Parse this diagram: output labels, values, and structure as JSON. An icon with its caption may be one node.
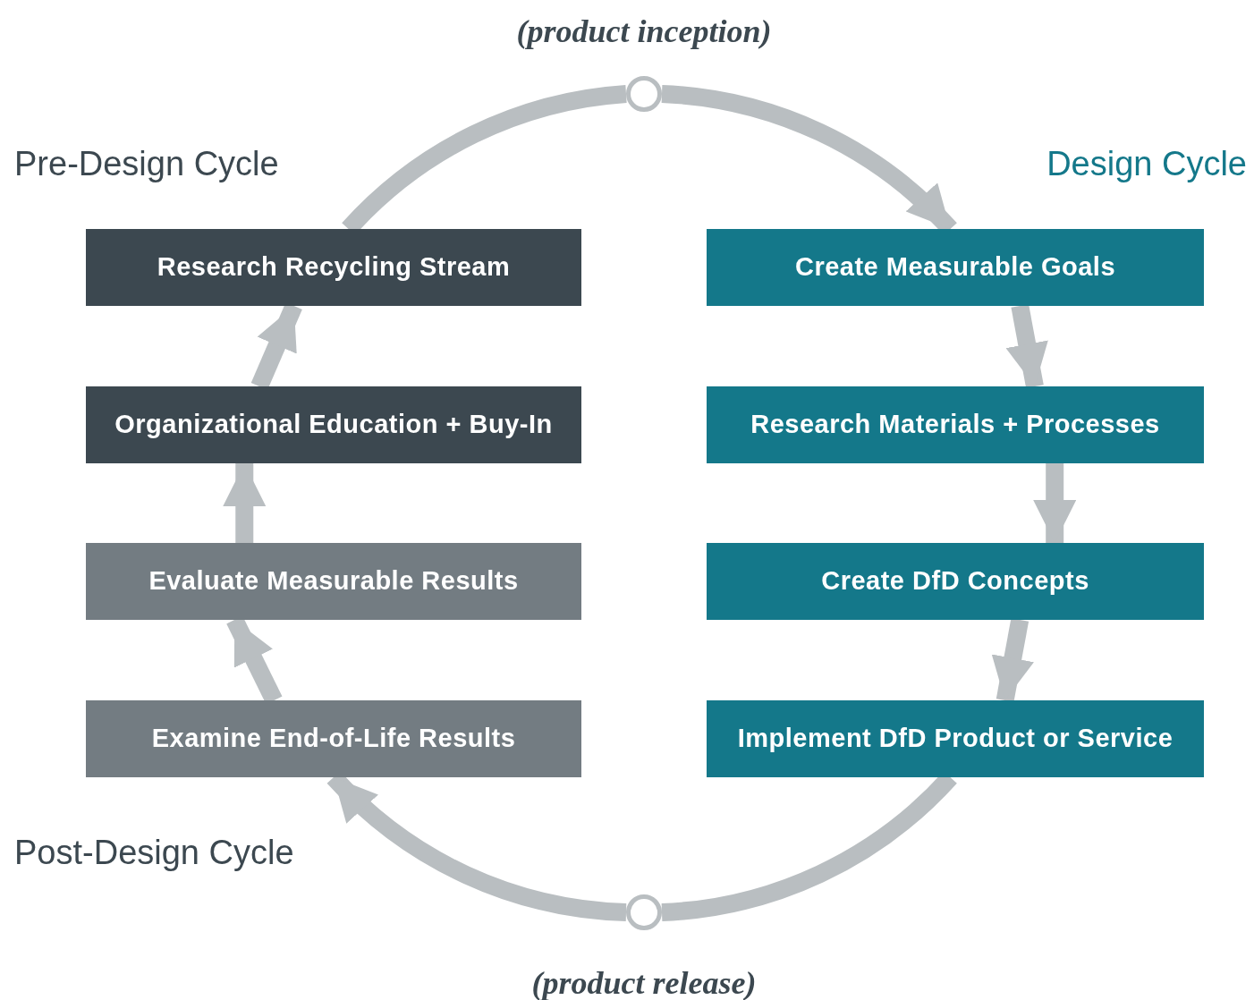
{
  "diagram": {
    "nodes": [
      {
        "text": [],
        "shape": "circle",
        "beside": [
          "(product inception)"
        ]
      },
      {
        "text": [
          "Research Recycling Stream"
        ]
      },
      {
        "text": [
          "Organizational Education + Buy-In"
        ]
      },
      {
        "text": [
          "Evaluate Measurable Results"
        ]
      },
      {
        "text": [
          "Examine End-of-Life Results"
        ]
      },
      {
        "text": [
          "Create Measurable Goals"
        ]
      },
      {
        "text": [
          "Research Materials + Processes"
        ]
      },
      {
        "text": [
          "Create DfD Concepts"
        ]
      },
      {
        "text": [
          "Implement DfD Product or Service"
        ]
      },
      {
        "text": [],
        "shape": "circle",
        "beside": [
          "(product release)"
        ]
      }
    ],
    "edges": [
      {
        "from": 1,
        "to": 0,
        "arrow": "none"
      },
      {
        "from": 0,
        "to": 5,
        "arrow": "to"
      },
      {
        "from": 5,
        "to": 6,
        "arrow": "to"
      },
      {
        "from": 6,
        "to": 7,
        "arrow": "to"
      },
      {
        "from": 7,
        "to": 8,
        "arrow": "to"
      },
      {
        "from": 8,
        "to": 9,
        "arrow": "none"
      },
      {
        "from": 9,
        "to": 4,
        "arrow": "to"
      },
      {
        "from": 4,
        "to": 3,
        "arrow": "to"
      },
      {
        "from": 3,
        "to": 2,
        "arrow": "to"
      },
      {
        "from": 2,
        "to": 1,
        "arrow": "to"
      }
    ],
    "labels": [
      "Pre-Design Cycle",
      "Design Cycle",
      "Post-Design Cycle"
    ]
  }
}
